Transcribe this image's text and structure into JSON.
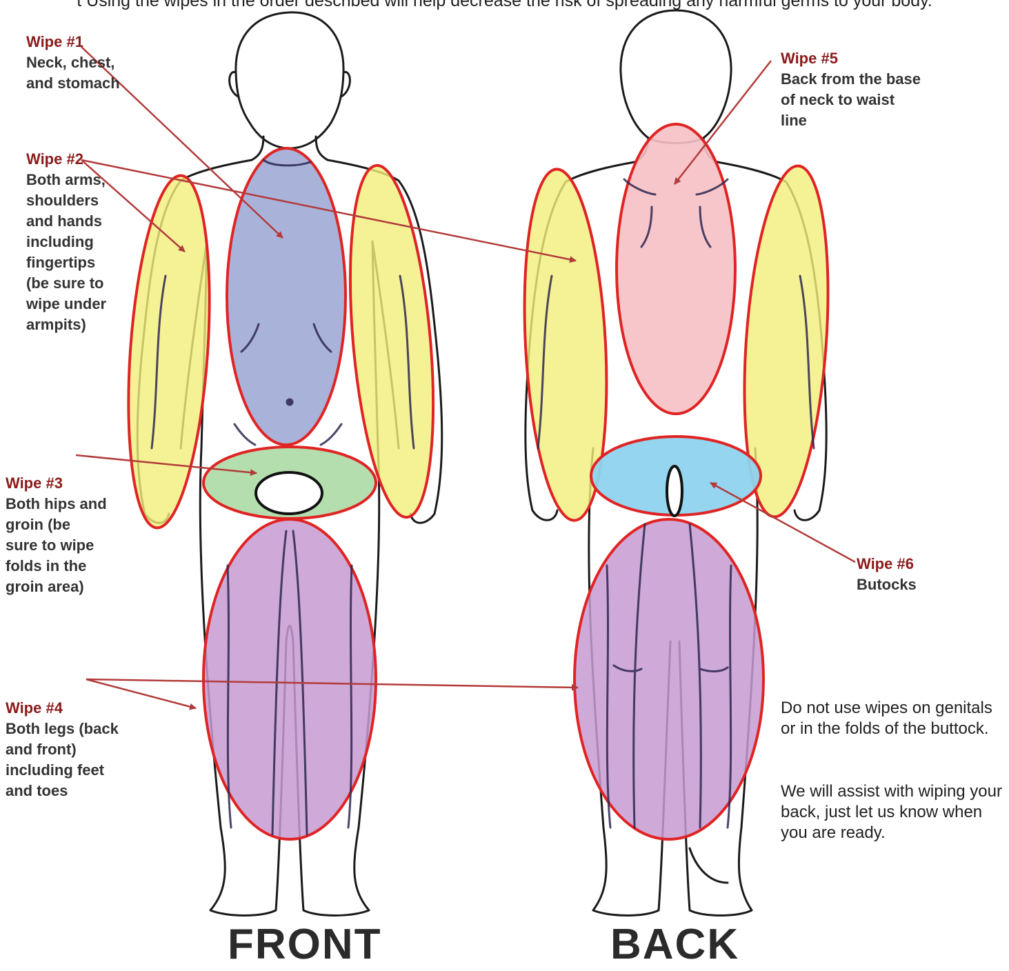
{
  "header": {
    "cut_off_line": "t Using the wipes in the order described will help decrease the risk of spreading any harmful germs to your body."
  },
  "colors": {
    "outline": "#e02424",
    "body_line": "#1a1a1a",
    "title": "#8b1a1a",
    "chest": "#9aa6d4",
    "arms": "#f3ef7c",
    "hips": "#a8d8a0",
    "legs": "#c79ad0",
    "back": "#f6c0c4",
    "buttocks": "#8fd3ee"
  },
  "wipes": [
    {
      "title": "Wipe #1",
      "description": "Neck, chest,\nand stomach"
    },
    {
      "title": "Wipe #2",
      "description": "Both arms,\nshoulders\nand hands\nincluding\nfingertips\n(be sure to\nwipe under\narmpits)"
    },
    {
      "title": "Wipe #3",
      "description": "Both hips and\ngroin (be\nsure to wipe\nfolds in the\ngroin area)"
    },
    {
      "title": "Wipe #4",
      "description": "Both legs (back\nand front)\nincluding feet\nand toes"
    },
    {
      "title": "Wipe #5",
      "description": "Back from the base\nof neck to waist\nline"
    },
    {
      "title": "Wipe #6",
      "description": "Butocks"
    }
  ],
  "notes": {
    "note1": "Do not use wipes on genitals or in the folds of the buttock.",
    "note2": "We will assist with wiping your back, just let us know when you are ready."
  },
  "views": {
    "front": "FRONT",
    "back": "BACK"
  }
}
